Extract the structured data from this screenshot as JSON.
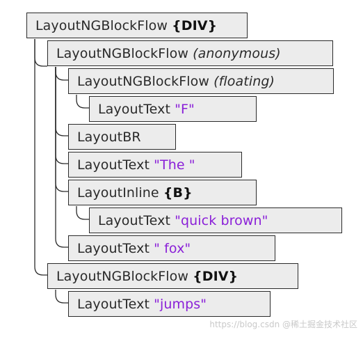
{
  "nodes": [
    {
      "id": "n0",
      "depth": 0,
      "name": "LayoutNGBlockFlow",
      "tag": "{DIV}"
    },
    {
      "id": "n1",
      "depth": 1,
      "name": "LayoutNGBlockFlow",
      "paren": "(anonymous)"
    },
    {
      "id": "n2",
      "depth": 2,
      "name": "LayoutNGBlockFlow",
      "paren": "(floating)"
    },
    {
      "id": "n3",
      "depth": 3,
      "name": "LayoutText",
      "text": "\"F\""
    },
    {
      "id": "n4",
      "depth": 2,
      "name": "LayoutBR"
    },
    {
      "id": "n5",
      "depth": 2,
      "name": "LayoutText",
      "text": "\"The \""
    },
    {
      "id": "n6",
      "depth": 2,
      "name": "LayoutInline",
      "tag": "{B}"
    },
    {
      "id": "n7",
      "depth": 3,
      "name": "LayoutText",
      "text": "\"quick brown\""
    },
    {
      "id": "n8",
      "depth": 2,
      "name": "LayoutText",
      "text": "\" fox\""
    },
    {
      "id": "n9",
      "depth": 1,
      "name": "LayoutNGBlockFlow",
      "tag": "{DIV}"
    },
    {
      "id": "n10",
      "depth": 2,
      "name": "LayoutText",
      "text": "\"jumps\""
    }
  ],
  "watermark": "https://blog.csdn @稀土掘金技术社区",
  "colors": {
    "box_fill": "#ececec",
    "string_literal": "#8a1fd8",
    "border": "#2a2a2a"
  }
}
